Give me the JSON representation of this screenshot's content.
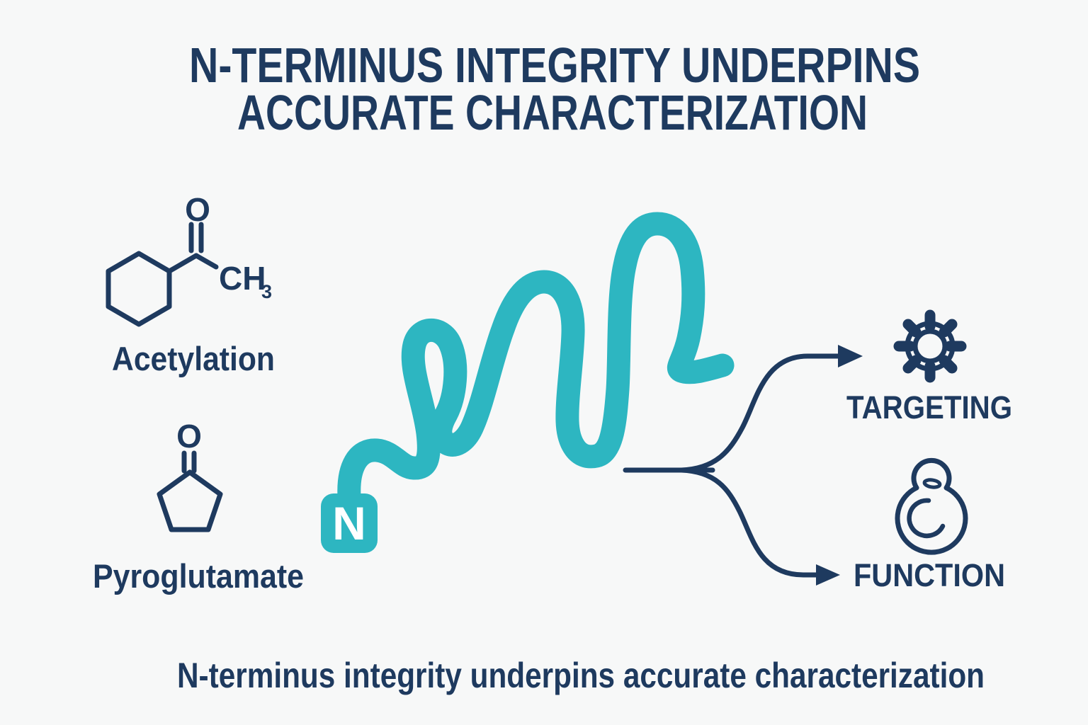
{
  "background_color": "#f7f8f8",
  "palette": {
    "navy": "#1e3a5f",
    "teal": "#2db6c1",
    "white": "#ffffff"
  },
  "title": {
    "line1": "N-TERMINUS INTEGRITY UNDERPINS",
    "line2": "ACCURATE CHARACTERIZATION"
  },
  "modifications": [
    {
      "label": "Acetylation",
      "atoms": {
        "carbonyl": "O",
        "methyl": "CH",
        "methyl_subscript": "3"
      }
    },
    {
      "label": "Pyroglutamate",
      "atoms": {
        "carbonyl": "O"
      }
    }
  ],
  "protein_chain": {
    "n_terminus_label": "N"
  },
  "fork": {
    "outcomes": [
      {
        "label": "TARGETING",
        "icon": "gear-icon"
      },
      {
        "label": "FUNCTION",
        "icon": "cell-function-icon"
      }
    ]
  },
  "caption": "N-terminus integrity underpins accurate characterization"
}
